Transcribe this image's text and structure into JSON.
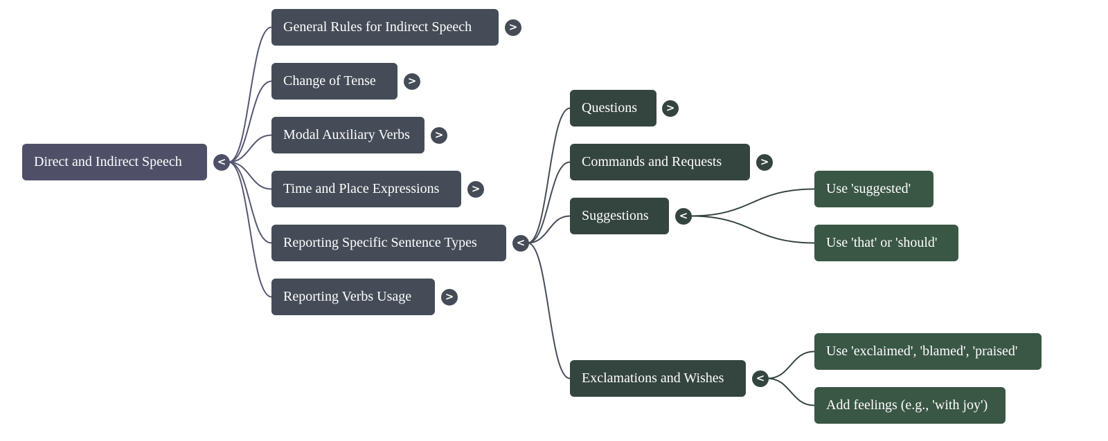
{
  "title": "Direct and Indirect Speech",
  "colors": {
    "level0": "#4f5068",
    "level1": "#454c57",
    "level2": "#34443f",
    "level3": "#3a5645",
    "link0": "#545670",
    "link1": "#454c57",
    "link2": "#34443f",
    "text": "#ffffff"
  },
  "icons": {
    "expanded": "<",
    "collapsed": ">"
  },
  "tree": {
    "id": "root",
    "label": "Direct and Indirect Speech",
    "expanded": true,
    "children": [
      {
        "id": "general-rules",
        "label": "General Rules for Indirect Speech",
        "expanded": false,
        "has_children": true
      },
      {
        "id": "change-of-tense",
        "label": "Change of Tense",
        "expanded": false,
        "has_children": true
      },
      {
        "id": "modal-verbs",
        "label": "Modal Auxiliary Verbs",
        "expanded": false,
        "has_children": true
      },
      {
        "id": "time-place",
        "label": "Time and Place Expressions",
        "expanded": false,
        "has_children": true
      },
      {
        "id": "sentence-types",
        "label": "Reporting Specific Sentence Types",
        "expanded": true,
        "has_children": true,
        "children": [
          {
            "id": "questions",
            "label": "Questions",
            "expanded": false,
            "has_children": true
          },
          {
            "id": "commands",
            "label": "Commands and Requests",
            "expanded": false,
            "has_children": true
          },
          {
            "id": "suggestions",
            "label": "Suggestions",
            "expanded": true,
            "has_children": true,
            "children": [
              {
                "id": "use-suggested",
                "label": "Use 'suggested'"
              },
              {
                "id": "use-that-should",
                "label": "Use 'that' or 'should'"
              }
            ]
          },
          {
            "id": "exclamations",
            "label": "Exclamations and Wishes",
            "expanded": true,
            "has_children": true,
            "children": [
              {
                "id": "use-exclaimed",
                "label": "Use 'exclaimed', 'blamed', 'praised'"
              },
              {
                "id": "add-feelings",
                "label": "Add feelings (e.g., 'with joy')"
              }
            ]
          }
        ]
      },
      {
        "id": "reporting-verbs",
        "label": "Reporting Verbs Usage",
        "expanded": false,
        "has_children": true
      }
    ]
  }
}
